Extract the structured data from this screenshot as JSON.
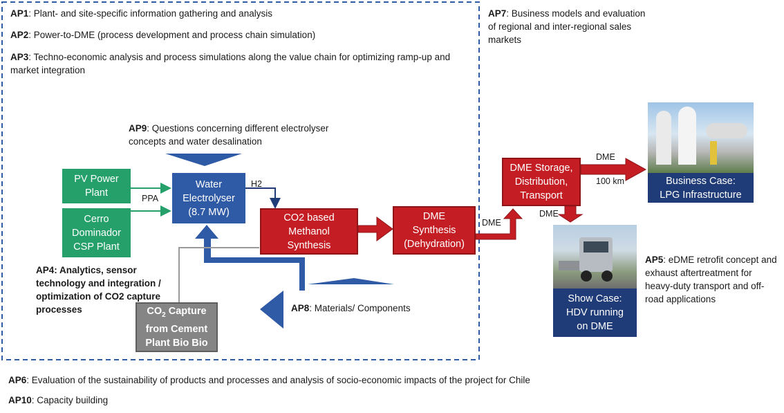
{
  "top_notes": [
    {
      "code": "AP1",
      "text": ": Plant- and site-specific information gathering and analysis"
    },
    {
      "code": "AP2",
      "text": ": Power-to-DME  (process development and process chain simulation)"
    },
    {
      "code": "AP3",
      "text": ": Techno-economic  analysis and process simulations along the value chain for optimizing ramp-up and market integration"
    }
  ],
  "ap7": {
    "code": "AP7",
    "text": ": Business models and evaluation of regional and inter-regional sales markets"
  },
  "ap9": {
    "code": "AP9",
    "text": ": Questions concerning different electrolyser concepts and water desalination"
  },
  "ap4": {
    "text": "AP4: Analytics, sensor technology and integration / optimization of CO2 capture processes"
  },
  "ap8": {
    "code": "AP8",
    "text": ": Materials/ Components"
  },
  "ap5": {
    "code": "AP5",
    "text": ": eDME retrofit concept and exhaust aftertreatment for heavy-duty transport and off-road applications"
  },
  "bottom_notes": [
    {
      "code": "AP6",
      "text": ": Evaluation of the sustainability of products and processes and analysis of socio-economic impacts of the project for Chile"
    },
    {
      "code": "AP10",
      "text": ": Capacity building"
    }
  ],
  "boxes": {
    "pv": "PV Power\nPlant",
    "csp": "Cerro\nDominador\nCSP Plant",
    "electrolyser": "Water\nElectrolyser\n(8.7 MW)",
    "methanol": "CO2 based\nMethanol\nSynthesis",
    "dme_synthesis": "DME\nSynthesis\n(Dehydration)",
    "storage": "DME Storage,\nDistribution,\nTransport",
    "co2_prefix": "CO",
    "co2_sub": "2",
    "co2_rest": " Capture\nfrom Cement\nPlant Bio Bio",
    "business_case": "Business Case:\nLPG Infrastructure",
    "show_case": "Show Case:\nHDV running\non DME"
  },
  "labels": {
    "ppa": "PPA",
    "h2": "H2",
    "dme1": "DME",
    "dme2": "DME",
    "dme3": "DME",
    "distance": "100 km"
  },
  "colors": {
    "green": "#25a06a",
    "blue": "#2f5aa6",
    "red": "#c41e24",
    "grey": "#858585",
    "navy": "#1f3b78",
    "dashed_border": "#2f5aa6"
  }
}
